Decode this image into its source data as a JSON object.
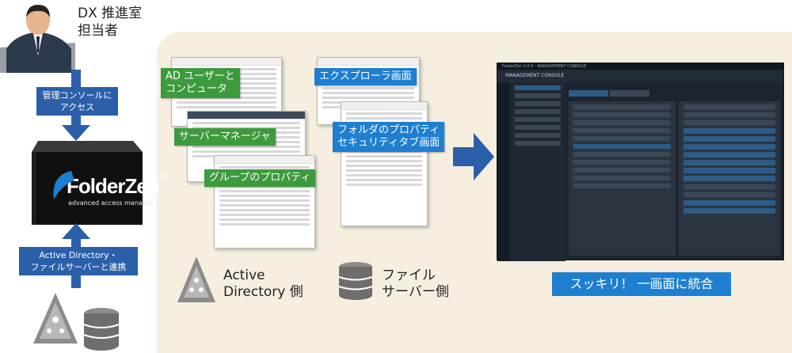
{
  "person": {
    "line1": "DX 推進室",
    "line2": "担当者"
  },
  "labels": {
    "console_access": "管理コンソールに\nアクセス",
    "ad_link": "Active Directory・\nファイルサーバーと連携"
  },
  "product": {
    "name": "FolderZen",
    "tm": "™",
    "subtitle": "advanced access manager"
  },
  "tags": {
    "ad_users": "AD ユーザーと\nコンピュータ",
    "server_manager": "サーバーマネージャ",
    "group_props": "グループのプロパティ",
    "explorer": "エクスプローラ画面",
    "folder_props": "フォルダのプロパティ\nセキュリティタブ画面"
  },
  "sides": {
    "ad_side": "Active\nDirectory 側",
    "file_side": "ファイル\nサーバー側"
  },
  "console": {
    "title": "FolderZen 0.0.0 - MANAGEMENT CONSOLE",
    "header": "MANAGEMENT CONSOLE"
  },
  "caption": "スッキリ！ 一画面に統合",
  "colors": {
    "blue": "#2b5faa",
    "green": "#3d9a3d",
    "bright_blue": "#1e7fd0",
    "panel": "#f6efe0"
  }
}
